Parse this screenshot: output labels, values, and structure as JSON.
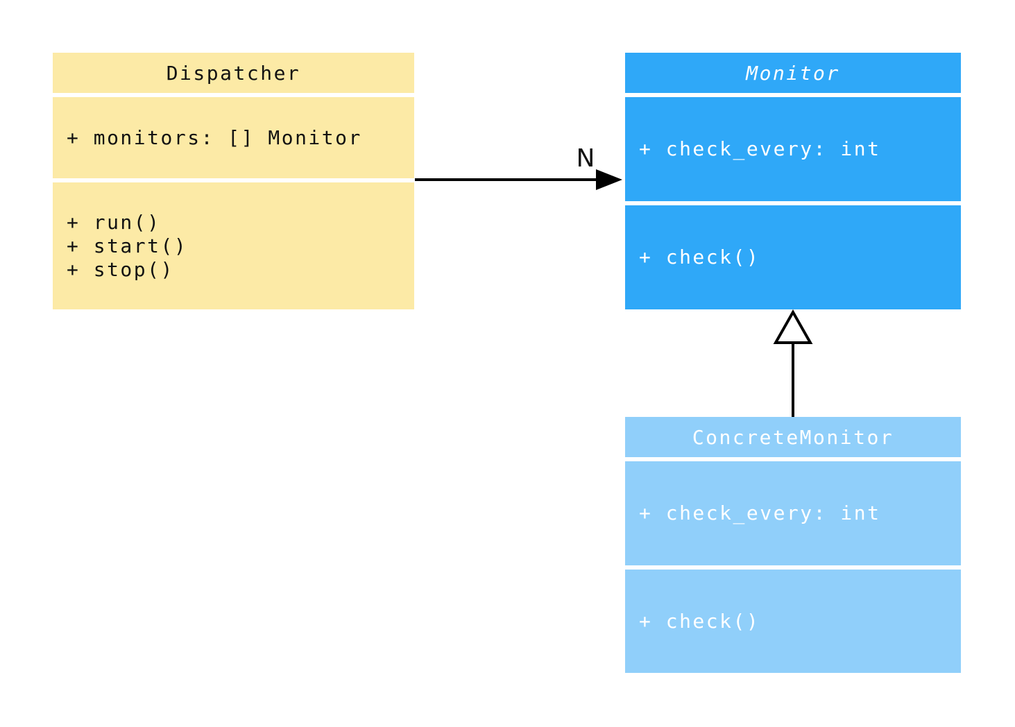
{
  "diagram": {
    "type": "uml-class-diagram",
    "background_color": "#FFFFFF",
    "classes": [
      {
        "name": "Dispatcher",
        "abstract": false,
        "fill": "#FCEAA6",
        "text_color": "#121212",
        "attributes": [
          "+ monitors: [] Monitor"
        ],
        "methods": [
          "+ run()",
          "+ start()",
          "+ stop()"
        ]
      },
      {
        "name": "Monitor",
        "abstract": true,
        "fill": "#2FA8F8",
        "text_color": "#FFFFFF",
        "attributes": [
          "+ check_every: int"
        ],
        "methods": [
          "+ check()"
        ]
      },
      {
        "name": "ConcreteMonitor",
        "abstract": false,
        "fill": "#90CFFA",
        "text_color": "#FFFFFF",
        "attributes": [
          "+ check_every: int"
        ],
        "methods": [
          "+ check()"
        ]
      }
    ],
    "relations": [
      {
        "type": "association",
        "from": "Dispatcher",
        "to": "Monitor",
        "label": "N",
        "line_color": "#000000"
      },
      {
        "type": "inheritance",
        "from": "ConcreteMonitor",
        "to": "Monitor",
        "label": "",
        "line_color": "#000000"
      }
    ]
  }
}
